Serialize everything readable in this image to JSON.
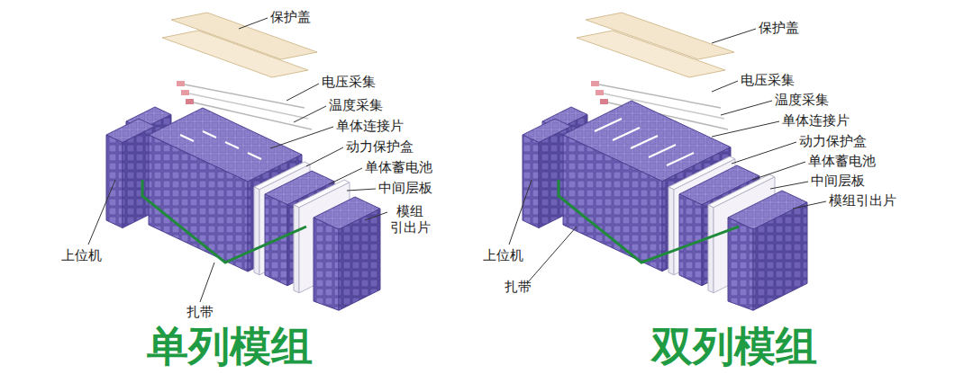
{
  "diagram": {
    "labels": [
      "保护盖",
      "电压采集",
      "温度采集",
      "单体连接片",
      "动力保护盒",
      "单体蓄电池",
      "中间层板",
      "模组 引出片",
      "上位机",
      "扎带",
      "单列模组",
      "保护盖",
      "电压采集",
      "温度采集",
      "单体连接片",
      "动力保护盒",
      "单体蓄电池",
      "中间层板",
      "模组引出片",
      "上位机",
      "扎带",
      "双列模组"
    ]
  }
}
